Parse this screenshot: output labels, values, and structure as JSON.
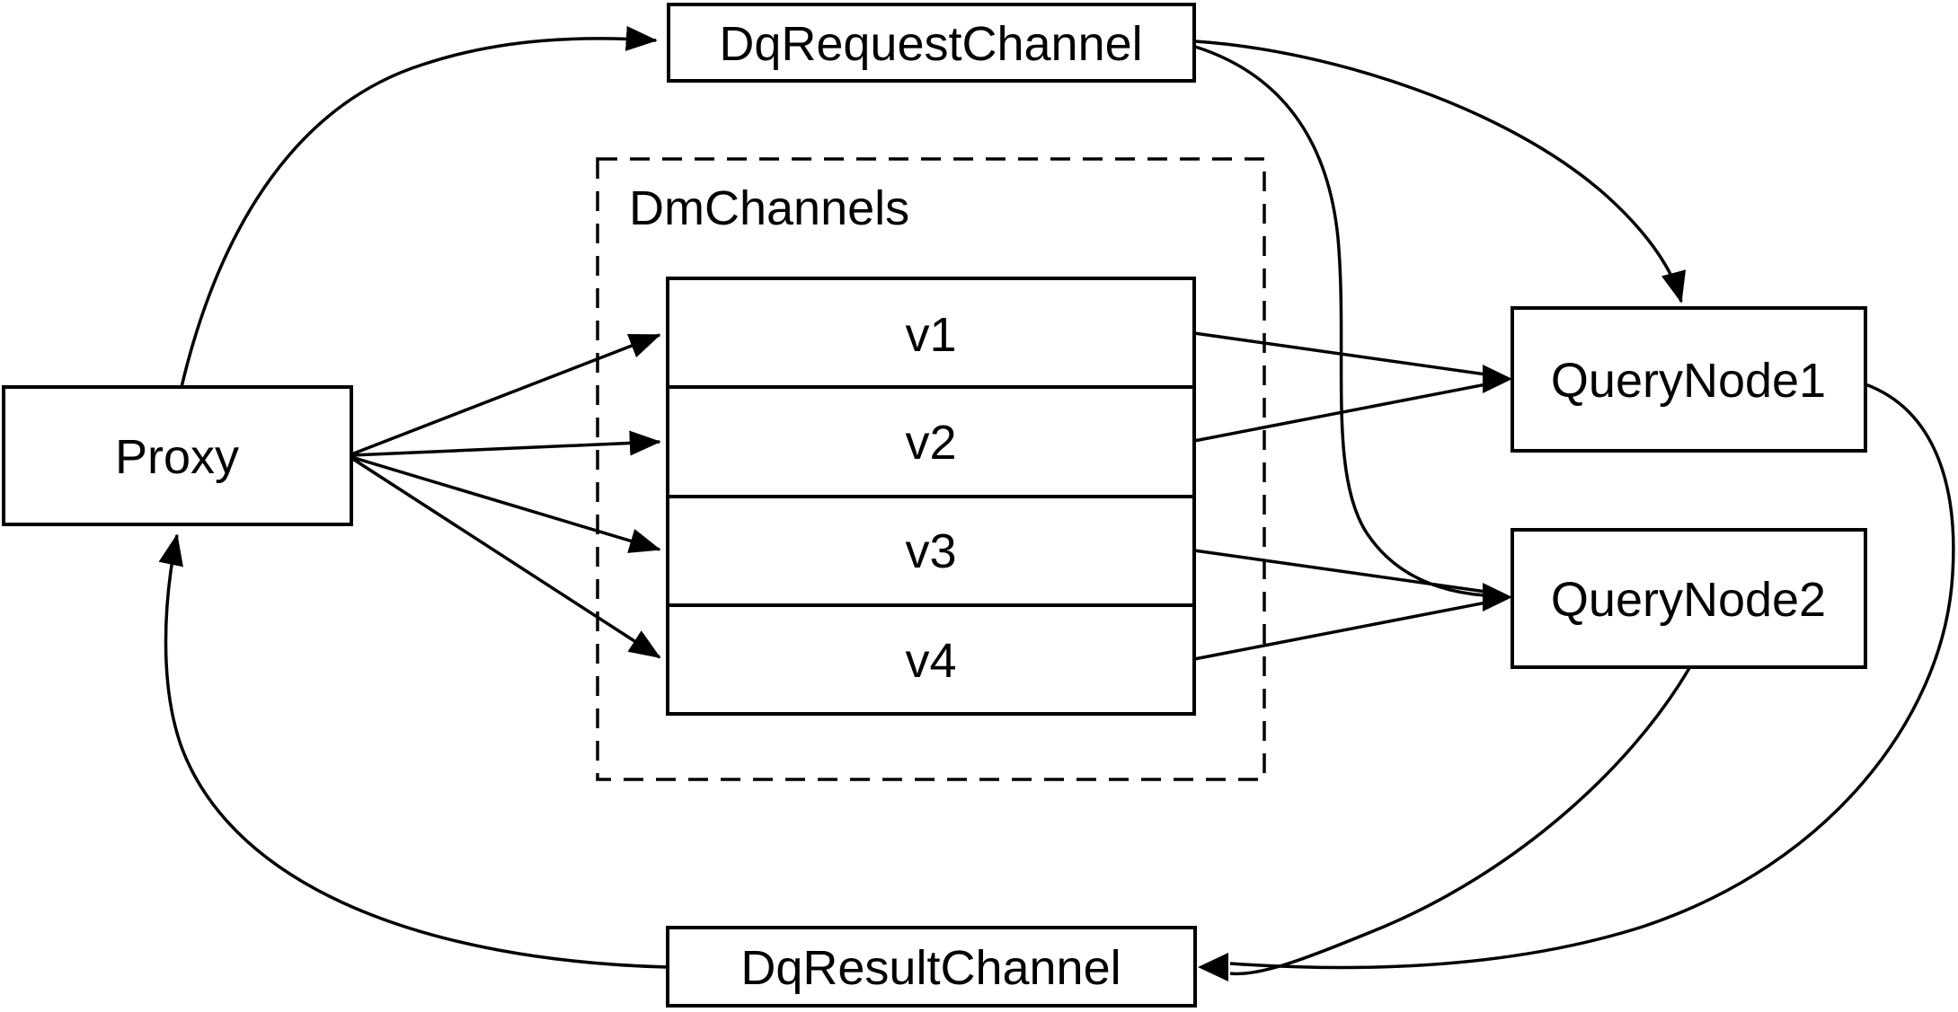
{
  "diagram": {
    "title": "query channel flow diagram",
    "colors": {
      "background": "#ffffff",
      "stroke": "#000000",
      "node_fill": "#ffffff"
    },
    "nodes": {
      "proxy": {
        "label": "Proxy"
      },
      "dq_request_channel": {
        "label": "DqRequestChannel"
      },
      "dm_channels_group": {
        "label": "DmChannels"
      },
      "channels": [
        {
          "label": "v1"
        },
        {
          "label": "v2"
        },
        {
          "label": "v3"
        },
        {
          "label": "v4"
        }
      ],
      "query_node_1": {
        "label": "QueryNode1"
      },
      "query_node_2": {
        "label": "QueryNode2"
      },
      "dq_result_channel": {
        "label": "DqResultChannel"
      }
    },
    "edges": [
      {
        "from": "Proxy",
        "to": "DqRequestChannel"
      },
      {
        "from": "Proxy",
        "to": "v1"
      },
      {
        "from": "Proxy",
        "to": "v2"
      },
      {
        "from": "Proxy",
        "to": "v3"
      },
      {
        "from": "Proxy",
        "to": "v4"
      },
      {
        "from": "v1",
        "to": "QueryNode1"
      },
      {
        "from": "v2",
        "to": "QueryNode1"
      },
      {
        "from": "v3",
        "to": "QueryNode2"
      },
      {
        "from": "v4",
        "to": "QueryNode2"
      },
      {
        "from": "DqRequestChannel",
        "to": "QueryNode1"
      },
      {
        "from": "DqRequestChannel",
        "to": "QueryNode2"
      },
      {
        "from": "QueryNode1",
        "to": "DqResultChannel"
      },
      {
        "from": "QueryNode2",
        "to": "DqResultChannel"
      },
      {
        "from": "DqResultChannel",
        "to": "Proxy"
      }
    ]
  }
}
